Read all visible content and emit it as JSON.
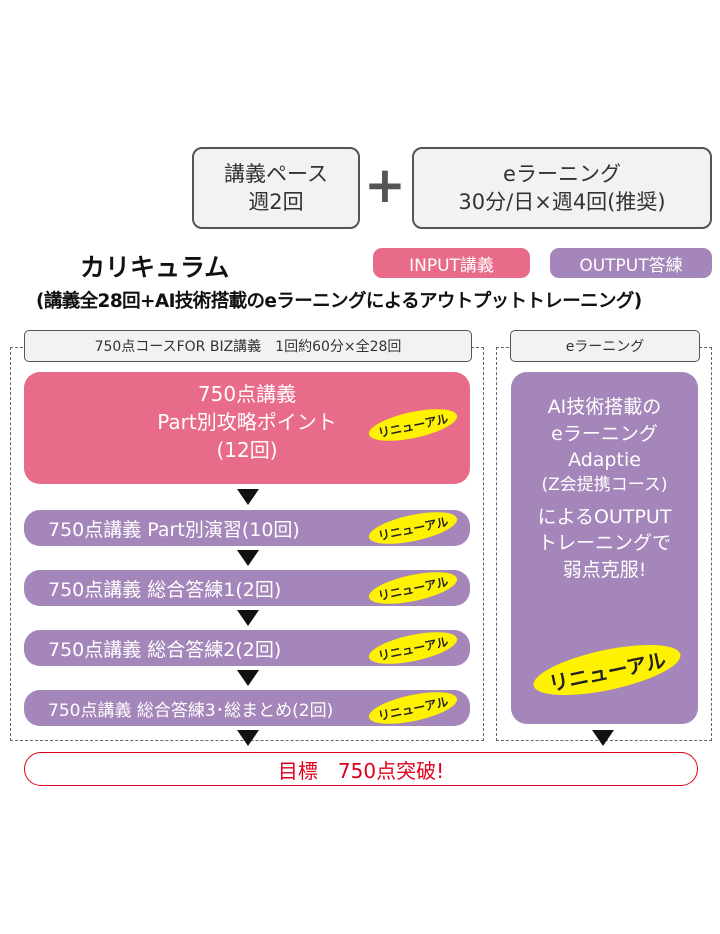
{
  "pace": {
    "line1": "講義ペース",
    "line2": "週2回"
  },
  "plus": "+",
  "elearning_box": {
    "line1": "eラーニング",
    "line2": "30分/日×週4回(推奨)"
  },
  "title": "カリキュラム",
  "subtitle": "(講義全28回+AI技術搭載のeラーニングによるアウトプットトレーニング)",
  "legend": {
    "input": "INPUT講義",
    "output": "OUTPUT答練"
  },
  "left_header": "750点コースFOR BIZ講義　1回約60分×全28回",
  "right_header": "eラーニング",
  "main_block": {
    "line1": "750点講義",
    "line2": "Part別攻略ポイント",
    "line3": "(12回)"
  },
  "rows": [
    "750点講義 Part別演習(10回)",
    "750点講義 総合答練1(2回)",
    "750点講義 総合答練2(2回)",
    "750点講義 総合答練3･総まとめ(2回)"
  ],
  "badge": "リニューアル",
  "right_block": [
    "AI技術搭載の",
    "eラーニング",
    "Adaptie",
    "(Z会提携コース)",
    "によるOUTPUT",
    "トレーニングで",
    "弱点克服!"
  ],
  "goal": "目標　750点突破!",
  "colors": {
    "input": "#e96b8a",
    "output": "#a486ba",
    "badge": "#fff200",
    "goal": "#e0001b"
  }
}
